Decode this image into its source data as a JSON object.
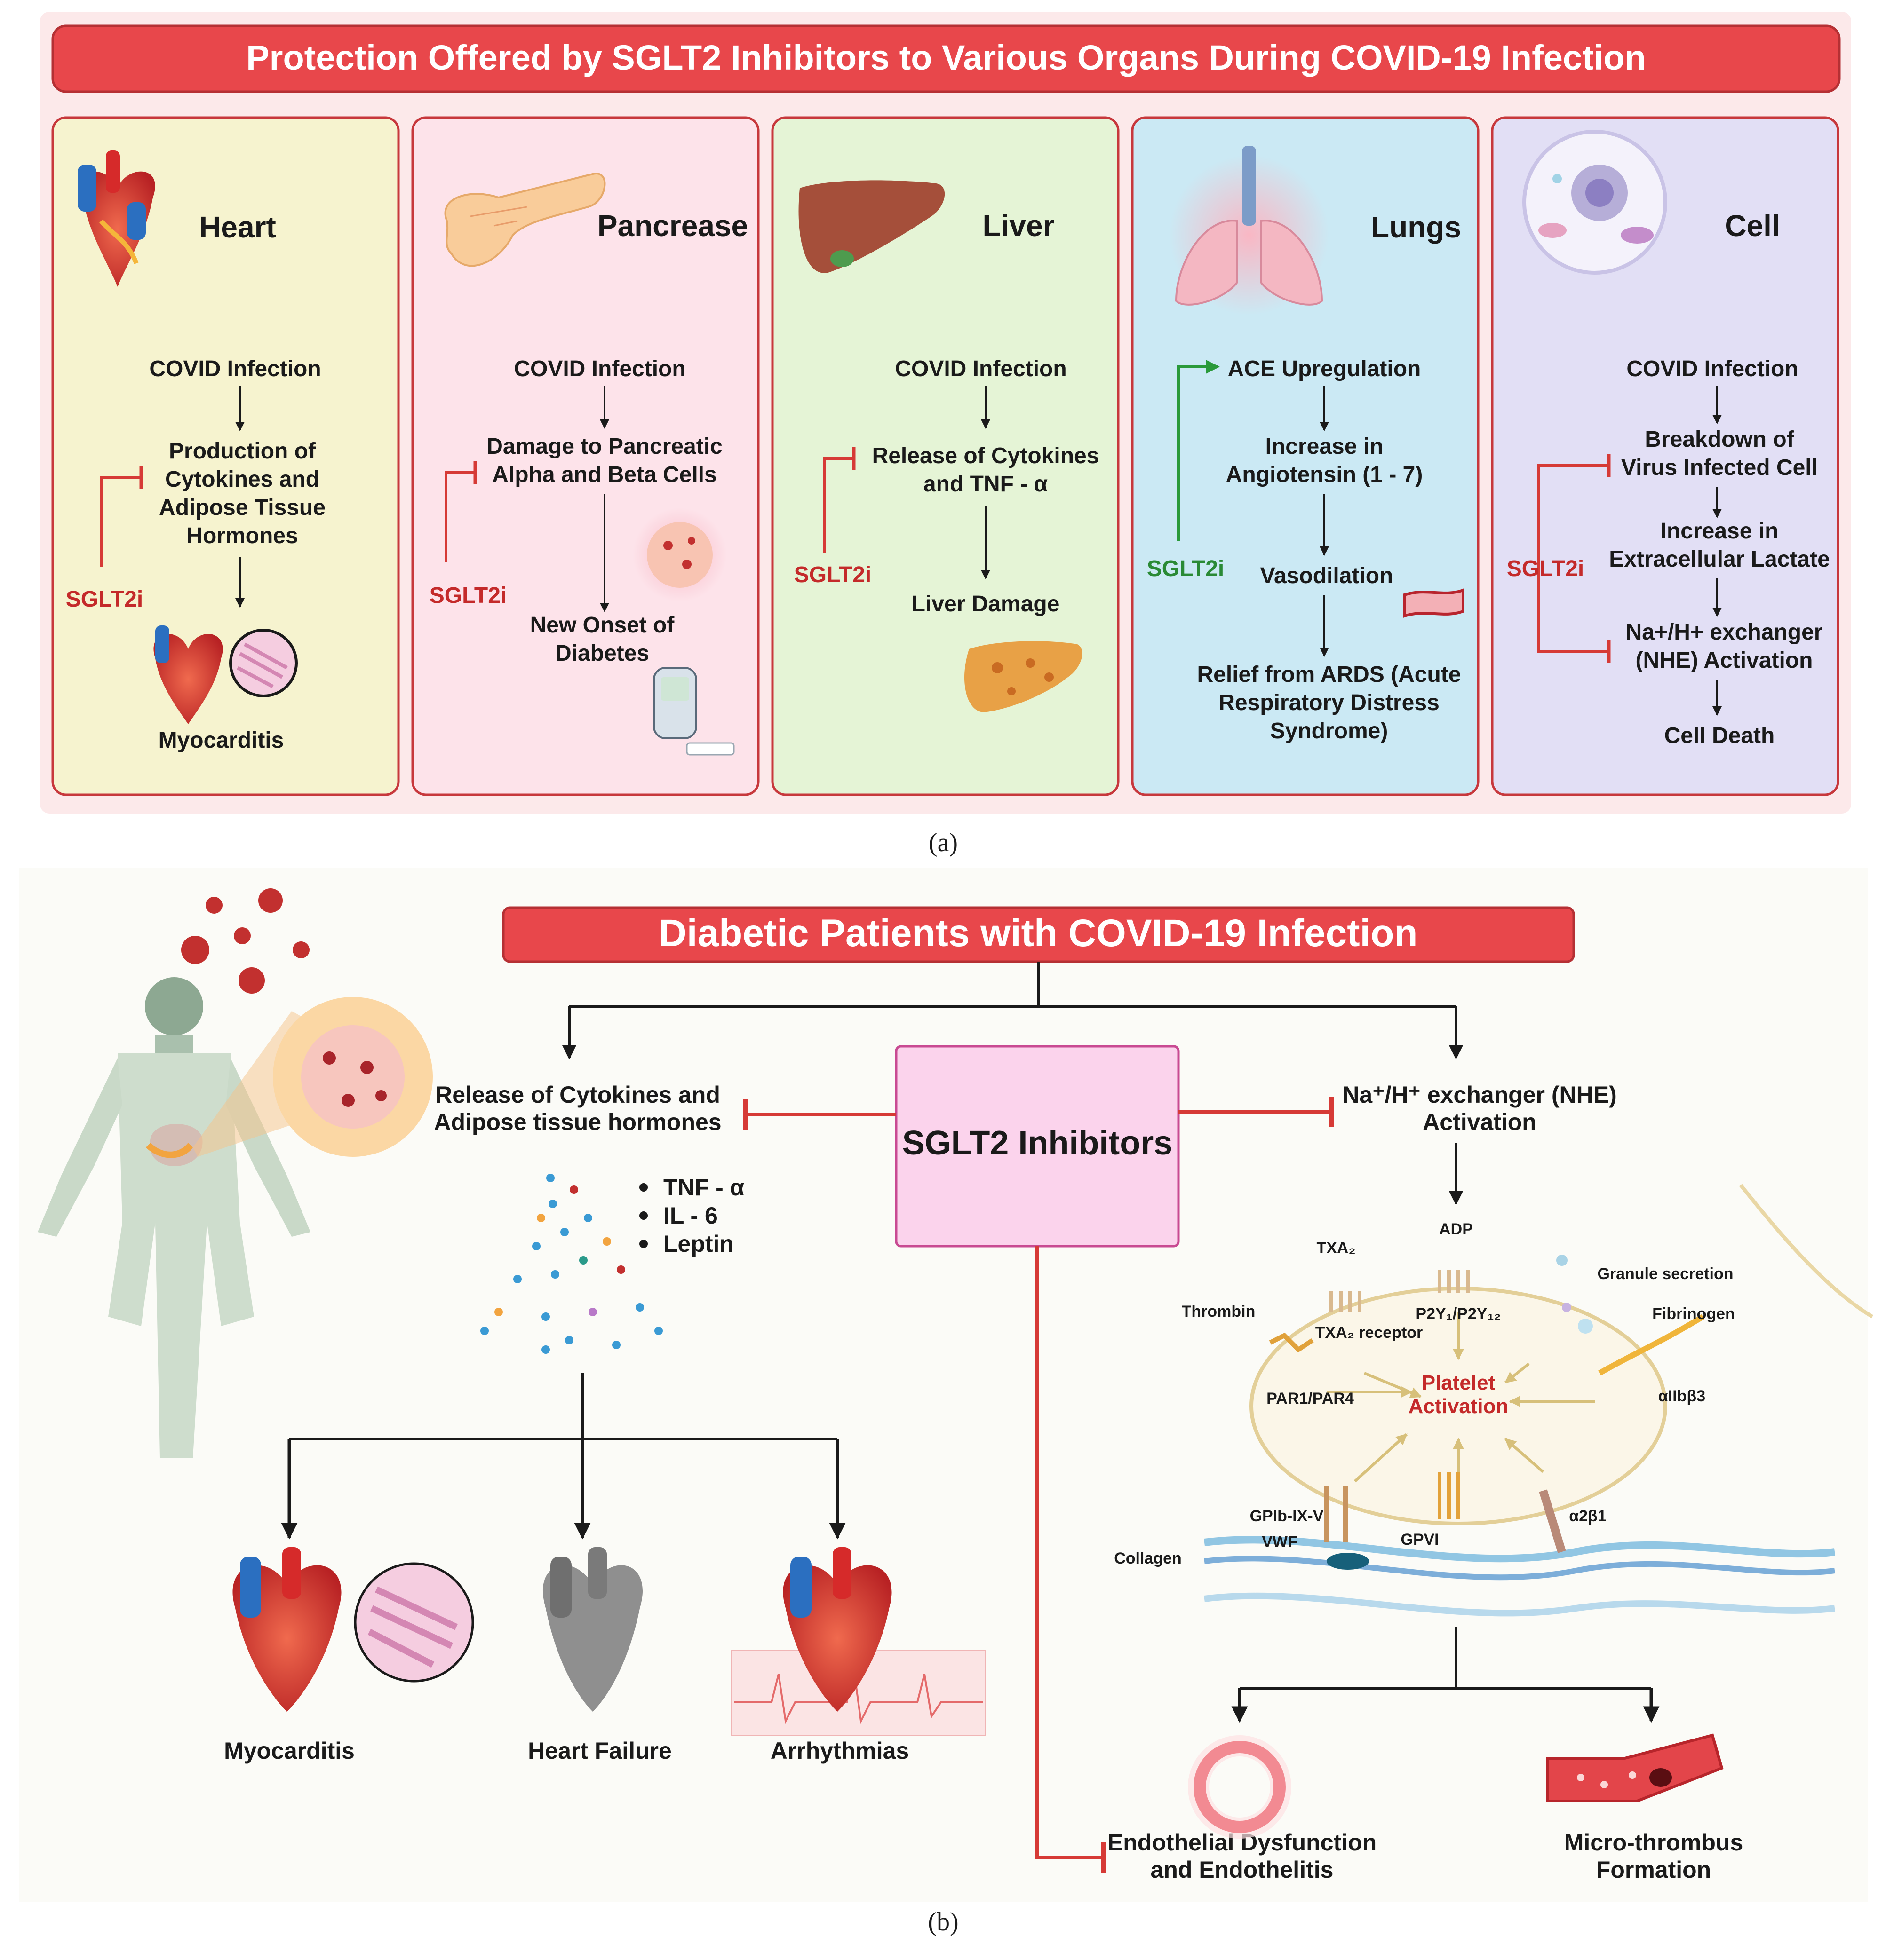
{
  "panel_a": {
    "title": "Protection Offered by SGLT2 Inhibitors to Various Organs During COVID-19 Infection",
    "caption": "(a)",
    "inhibitor_label": "SGLT2i",
    "organs": [
      {
        "name": "Heart",
        "steps": [
          "COVID Infection",
          "Production of Cytokines and Adipose Tissue Hormones",
          "Myocarditis"
        ]
      },
      {
        "name": "Pancrease",
        "steps": [
          "COVID Infection",
          "Damage to Pancreatic Alpha and Beta Cells",
          "New Onset of Diabetes"
        ]
      },
      {
        "name": "Liver",
        "steps": [
          "COVID Infection",
          "Release of Cytokines and TNF - α",
          "Liver Damage"
        ]
      },
      {
        "name": "Lungs",
        "steps": [
          "ACE Upregulation",
          "Increase in Angiotensin (1 - 7)",
          "Vasodilation",
          "Relief from ARDS (Acute Respiratory Distress Syndrome)"
        ]
      },
      {
        "name": "Cell",
        "steps": [
          "COVID Infection",
          "Breakdown of Virus Infected Cell",
          "Increase in Extracellular Lactate",
          "Na+/H+ exchanger (NHE) Activation",
          "Cell Death"
        ]
      }
    ],
    "colors": {
      "title_bg": "#e8474b",
      "heart": "#f6f3cf",
      "pancreas": "#fde3ea",
      "liver": "#e5f4d6",
      "lungs": "#cbe9f4",
      "cell": "#e2dff5",
      "border": "#c7383c",
      "inhibit": "#d63a36",
      "activate": "#2a9a3a"
    }
  },
  "panel_b": {
    "title": "Diabetic Patients with COVID-19 Infection",
    "caption": "(b)",
    "center": "SGLT2 Inhibitors",
    "left_branch": "Release of Cytokines and Adipose tissue hormones",
    "cytokines": [
      "TNF - α",
      "IL - 6",
      "Leptin"
    ],
    "outcomes_left": [
      "Myocarditis",
      "Heart Failure",
      "Arrhythmias"
    ],
    "right_branch": "Na⁺/H⁺ exchanger (NHE) Activation",
    "platelet": {
      "center": "Platelet Activation",
      "labels": [
        "ADP",
        "TXA₂",
        "P2Y₁/P2Y₁₂",
        "TXA₂ receptor",
        "Granule secretion",
        "Thrombin",
        "Fibrinogen",
        "PAR1/PAR4",
        "αIIbβ3",
        "GPIb-IX-V",
        "VWF",
        "GPVI",
        "α2β1",
        "Collagen"
      ]
    },
    "outcomes_right": [
      "Micro-thrombus Formation"
    ],
    "bottom_inhibit": "Endothelial Dysfunction and Endothelitis"
  }
}
